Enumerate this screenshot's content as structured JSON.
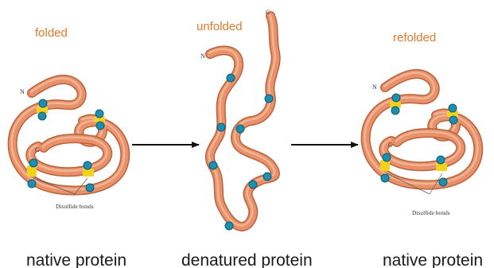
{
  "colors": {
    "chain_fill": "#e8916a",
    "chain_edge": "#b8633c",
    "chain_highlight": "#f6c2a2",
    "cysteine_fill": "#1f8fb0",
    "cysteine_edge": "#0d5a72",
    "disulfide_fill": "#f2d21e",
    "state_label": "#e07a2e",
    "caption": "#1a1a1a",
    "arrow": "#111111"
  },
  "panels": {
    "folded": {
      "state_label": "folded",
      "caption": "native protein",
      "n_label": "N",
      "c_label": "C",
      "callout": "Disulfide bonds"
    },
    "unfolded": {
      "state_label": "unfolded",
      "caption": "denatured protein",
      "n_label": "N",
      "c_label": "C"
    },
    "refolded": {
      "state_label": "refolded",
      "caption": "native protein",
      "n_label": "N",
      "c_label": "C",
      "callout": "Disulfide bonds"
    }
  },
  "arrows": [
    {
      "name": "denaturation-arrow",
      "icon": "right-arrow-icon"
    },
    {
      "name": "refolding-arrow",
      "icon": "right-arrow-icon"
    }
  ]
}
